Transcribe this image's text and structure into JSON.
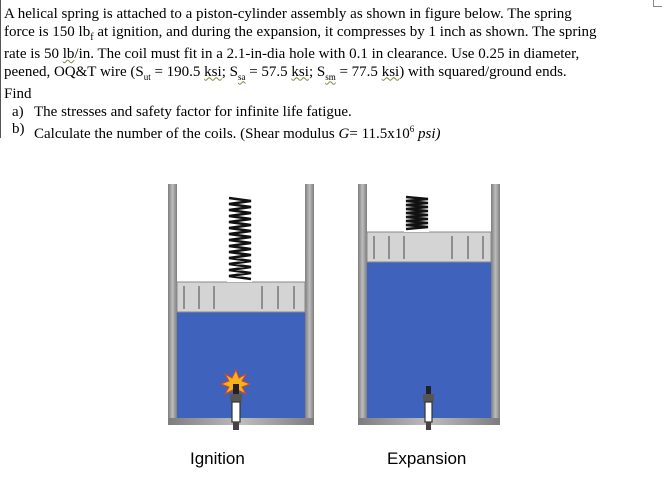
{
  "problem": {
    "intro_lines": [
      "A helical spring is attached to a piston-cylinder assembly as shown in figure below. The spring",
      "force is 150 lb at ignition, and during the expansion, it compresses by 1 inch as shown. The spring",
      "rate is 50 lb/in. The coil must fit in a 2.1-in-dia hole with 0.1 in clearance. Use 0.25 in diameter,",
      "peened, OQ&T wire (S = 190.5 ksi; S = 57.5 ksi; S = 77.5 ksi) with squared/ground ends.",
      "Find"
    ],
    "line2_a": "force is 150 lb",
    "line2_sub": "f",
    "line2_b": " at ignition, and during the expansion, it compresses by 1 inch as shown. The spring",
    "line3_a": "rate is 50 ",
    "line3_unit": "lb",
    "line3_b": "/in. The coil must fit in a 2.1-in-dia hole with 0.1 in clearance. Use 0.25 in diameter,",
    "line4_a": "peened, OQ&T wire (S",
    "sut_sub": "ut",
    "line4_b": " = 190.5 ",
    "ksi1": "ksi",
    "line4_c": "; S",
    "ssa_sub": "sa",
    "line4_d": " = 57.5 ",
    "ksi2": "ksi",
    "line4_e": "; S",
    "ssm_sub": "sm",
    "line4_f": " = 77.5 ",
    "ksi3": "ksi",
    "line4_g": ") with squared/ground ends.",
    "find": "Find",
    "item_a_label": "a)",
    "item_a_text": "The stresses and safety factor for infinite life fatigue.",
    "item_b_label": "b)",
    "item_b_text_a": "Calculate the number of the coils. (Shear modulus ",
    "item_b_G": "G",
    "item_b_text_b": "= 11.5x10",
    "item_b_exp": "6",
    "item_b_unit": " psi)"
  },
  "figure": {
    "ignition_caption": "Ignition",
    "expansion_caption": "Expansion",
    "colors": {
      "fluid": "#3f62bd",
      "cylinder_wall": "#9a9a9a",
      "piston": "#d8d8d8",
      "spring": "#111111",
      "spark": "#f2a31b"
    }
  }
}
